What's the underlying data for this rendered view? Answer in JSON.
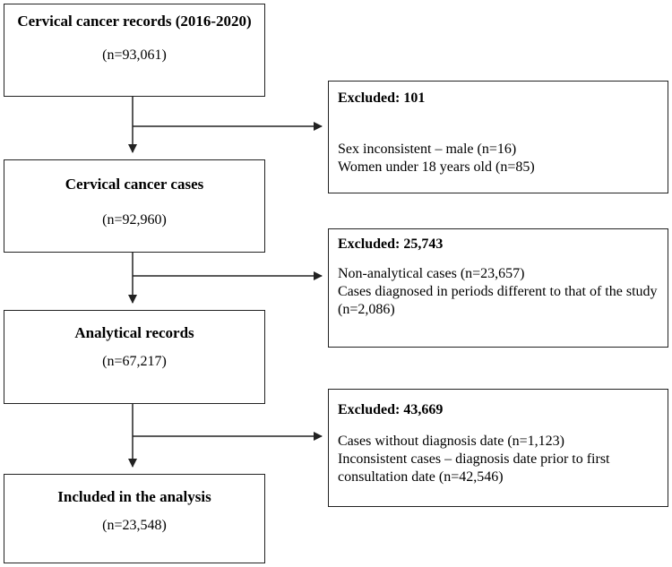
{
  "flow": {
    "steps": [
      {
        "title": "Cervical cancer records (2016-2020)",
        "count": "(n=93,061)"
      },
      {
        "title": "Cervical cancer cases",
        "count": "(n=92,960)"
      },
      {
        "title": "Analytical records",
        "count": "(n=67,217)"
      },
      {
        "title": "Included in the analysis",
        "count": "(n=23,548)"
      }
    ],
    "exclusions": [
      {
        "title": "Excluded: 101",
        "items": [
          "Sex inconsistent – male (n=16)",
          "Women under 18 years old (n=85)"
        ]
      },
      {
        "title": "Excluded: 25,743",
        "items": [
          "Non-analytical cases (n=23,657)",
          "Cases diagnosed in periods different to that of the study (n=2,086)"
        ]
      },
      {
        "title": "Excluded: 43,669",
        "items": [
          "Cases without diagnosis date (n=1,123)",
          "Inconsistent cases – diagnosis date prior to first consultation date (n=42,546)"
        ]
      }
    ]
  }
}
